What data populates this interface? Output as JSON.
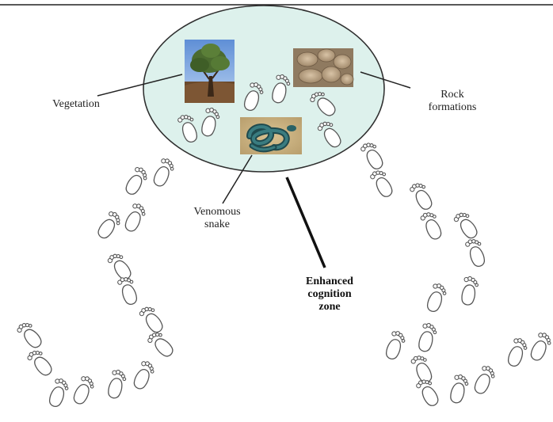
{
  "diagram": {
    "labels": {
      "vegetation": "Vegetation",
      "rock_formations": "Rock\nformations",
      "venomous_snake": "Venomous\nsnake",
      "enhanced_zone": "Enhanced\ncognition\nzone"
    },
    "zone_fill": "#ddf1ec",
    "zone_stroke": "#2f2f2f",
    "footprint_stroke": "#555555",
    "icons": [
      "tree-photo",
      "rock-photo",
      "snake-photo",
      "footprint-icon"
    ]
  }
}
